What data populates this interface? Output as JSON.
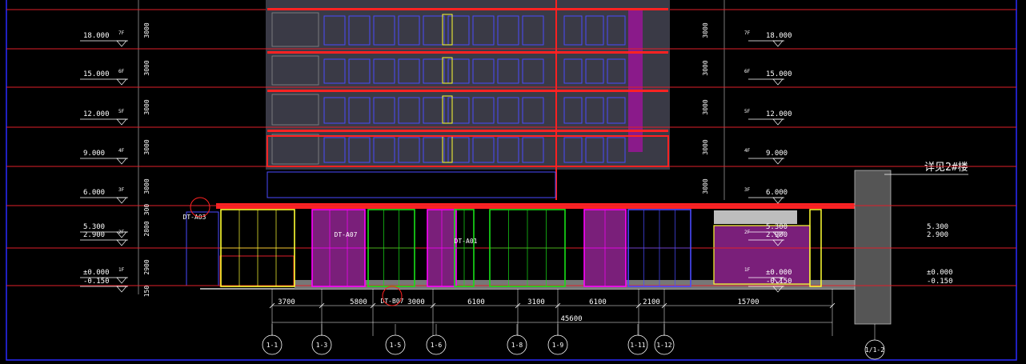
{
  "colors": {
    "background": "#000000",
    "level_line": "#e0202a",
    "facade": "#ff00ff",
    "window": "#ffff33",
    "green": "#18e018",
    "blue": "#4a4aff",
    "white": "#ffffff",
    "gray": "#a0a0a0"
  },
  "elevations_left": [
    {
      "label": "18.000",
      "floor": "7F"
    },
    {
      "label": "15.000",
      "floor": "6F"
    },
    {
      "label": "12.000",
      "floor": "5F"
    },
    {
      "label": "9.000",
      "floor": "4F"
    },
    {
      "label": "6.000",
      "floor": "3F"
    },
    {
      "label": "5.300",
      "floor": ""
    },
    {
      "label": "2.900",
      "floor": "2F"
    },
    {
      "label": "±0.000",
      "floor": "1F"
    },
    {
      "label": "-0.150",
      "floor": ""
    }
  ],
  "elevations_right": [
    {
      "label": "18.000",
      "floor": "7F"
    },
    {
      "label": "15.000",
      "floor": "6F"
    },
    {
      "label": "12.000",
      "floor": "5F"
    },
    {
      "label": "9.000",
      "floor": "4F"
    },
    {
      "label": "6.000",
      "floor": "3F"
    },
    {
      "label": "5.300",
      "floor": ""
    },
    {
      "label": "2.900",
      "floor": "2F"
    },
    {
      "label": "±0.000",
      "floor": "1F"
    },
    {
      "label": "-0.150",
      "floor": ""
    }
  ],
  "storey_heights_left": [
    "3000",
    "3000",
    "3000",
    "3000",
    "3000",
    "300",
    "2800",
    "2900",
    "150"
  ],
  "storey_heights_right": [
    "3000",
    "3000",
    "3000",
    "3000",
    "3000"
  ],
  "dimensions": [
    "3700",
    "5800",
    "3000",
    "6100",
    "3100",
    "6100",
    "2100",
    "15700"
  ],
  "total_dimension": "45600",
  "axes": [
    "1-1",
    "1-3",
    "1-5",
    "1-6",
    "1-8",
    "1-9",
    "1-11",
    "1-12",
    "1/1-2"
  ],
  "tags": [
    "DT-A03",
    "DT-A07",
    "DT-B07",
    "DT-A01"
  ],
  "note": "详见2#楼"
}
